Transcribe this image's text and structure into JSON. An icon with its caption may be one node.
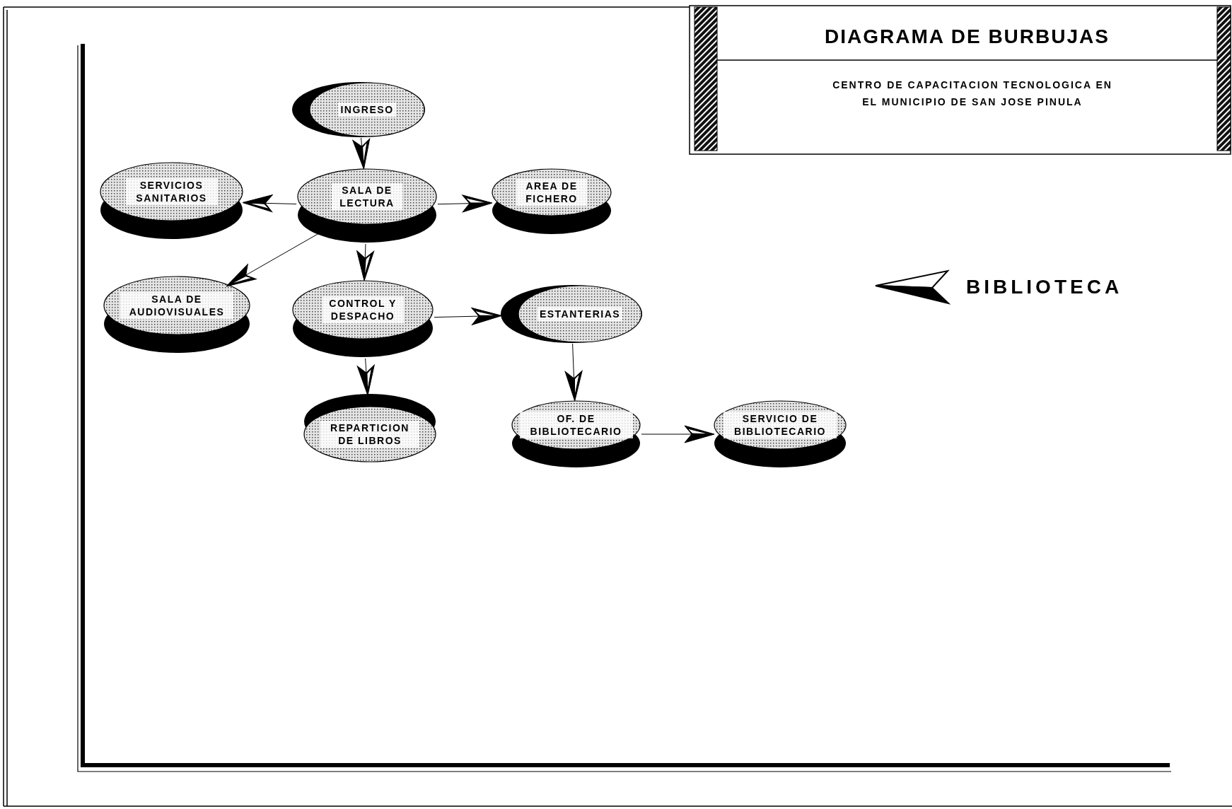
{
  "diagram": {
    "title": "DIAGRAMA DE BURBUJAS",
    "nodes": [
      {
        "text": [
          "INGRESO"
        ]
      },
      {
        "text": [
          "SERVICIOS SANITARIOS"
        ]
      },
      {
        "text": [
          "SALA DE LECTURA"
        ]
      },
      {
        "text": [
          "AREA DE FICHERO"
        ]
      },
      {
        "text": [
          "SALA DE AUDIOVISUALES"
        ]
      },
      {
        "text": [
          "CONTROL Y DESPACHO"
        ]
      },
      {
        "text": [
          "ESTANTERIAS"
        ]
      },
      {
        "text": [
          "REPARTICION DE LIBROS"
        ]
      },
      {
        "text": [
          "OF. DE BIBLIOTECARIO"
        ]
      },
      {
        "text": [
          "SERVICIO DE BIBLIOTECARIO"
        ]
      }
    ],
    "edges": [
      {
        "from": 0,
        "to": 2,
        "arrow": "to"
      },
      {
        "from": 2,
        "to": 1,
        "arrow": "to"
      },
      {
        "from": 2,
        "to": 3,
        "arrow": "to"
      },
      {
        "from": 2,
        "to": 4,
        "arrow": "to"
      },
      {
        "from": 2,
        "to": 5,
        "arrow": "to"
      },
      {
        "from": 5,
        "to": 6,
        "arrow": "to"
      },
      {
        "from": 5,
        "to": 7,
        "arrow": "to"
      },
      {
        "from": 6,
        "to": 8,
        "arrow": "to"
      },
      {
        "from": 8,
        "to": 9,
        "arrow": "to"
      }
    ],
    "labels": [
      "CENTRO DE CAPACITACION TECNOLOGICA EN EL MUNICIPIO DE SAN JOSE PINULA",
      "BIBLIOTECA"
    ]
  }
}
